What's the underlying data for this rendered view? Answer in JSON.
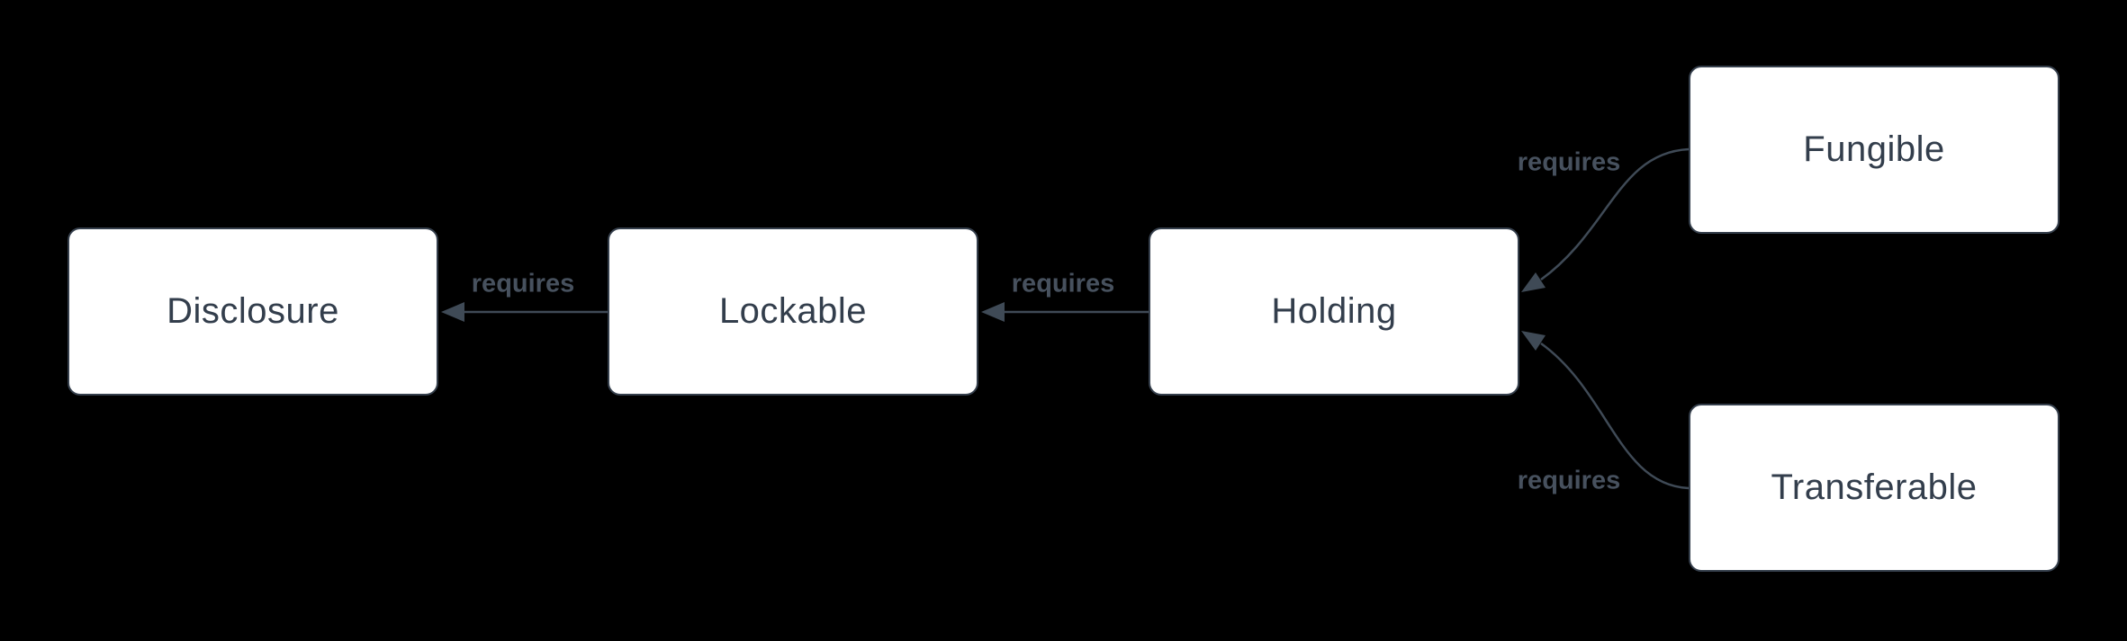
{
  "diagram": {
    "type": "dependency-flowchart",
    "background_color": "#000000",
    "node_fill_color": "#ffffff",
    "node_border_color": "#353f4c",
    "node_text_color": "#333e4c",
    "edge_color": "#3f4a56",
    "edge_label_color": "#47515e",
    "nodes": [
      {
        "id": "disclosure",
        "label": "Disclosure"
      },
      {
        "id": "lockable",
        "label": "Lockable"
      },
      {
        "id": "holding",
        "label": "Holding"
      },
      {
        "id": "fungible",
        "label": "Fungible"
      },
      {
        "id": "transferable",
        "label": "Transferable"
      }
    ],
    "edges": [
      {
        "from": "Lockable",
        "to": "Disclosure",
        "label": "requires",
        "style": "straight"
      },
      {
        "from": "Holding",
        "to": "Lockable",
        "label": "requires",
        "style": "straight"
      },
      {
        "from": "Fungible",
        "to": "Holding",
        "label": "requires",
        "style": "curved"
      },
      {
        "from": "Transferable",
        "to": "Holding",
        "label": "requires",
        "style": "curved"
      }
    ]
  }
}
